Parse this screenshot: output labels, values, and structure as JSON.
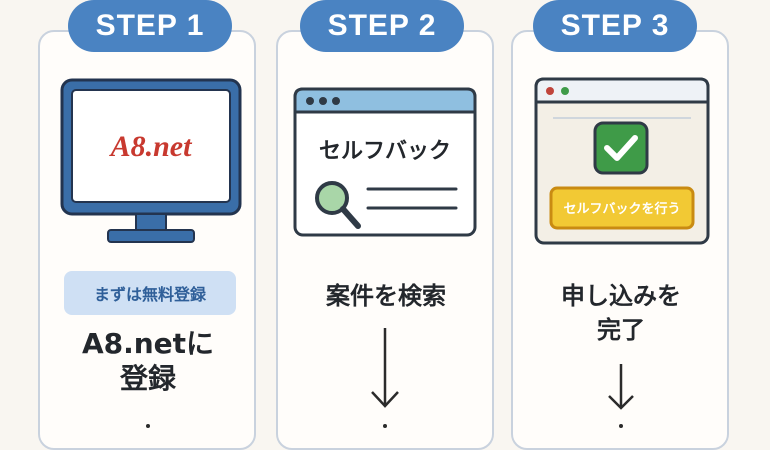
{
  "steps": [
    {
      "badge": "STEP 1",
      "logo_text": "A8.net",
      "button_label": "まずは無料登録",
      "caption_lines": [
        "A8.netに",
        "登録"
      ]
    },
    {
      "badge": "STEP 2",
      "window_title": "セルフバック",
      "caption_lines": [
        "案件を検索"
      ]
    },
    {
      "badge": "STEP 3",
      "window_button": "セルフバックを行う",
      "caption_lines": [
        "申し込みを",
        "完了"
      ]
    }
  ],
  "colors": {
    "badge_blue": "#4a83c2",
    "panel_border": "#c9d2de",
    "logo_red": "#c8392f",
    "check_green": "#3f9b48",
    "button_yellow": "#f2c934"
  },
  "icons": [
    "monitor-icon",
    "browser-window-icon",
    "magnifier-icon",
    "checkmark-icon",
    "down-arrow-icon"
  ]
}
